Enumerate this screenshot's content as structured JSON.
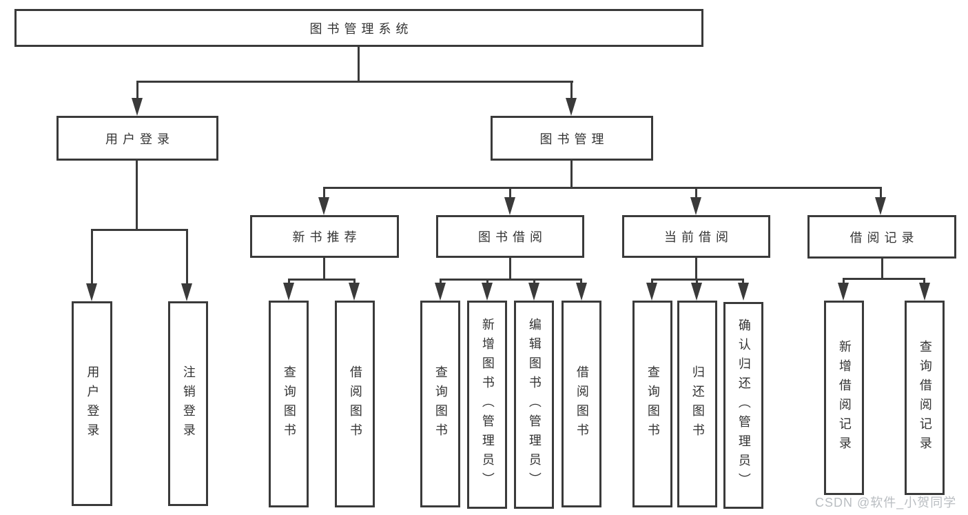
{
  "diagram": {
    "root": {
      "label": "图书管理系统"
    },
    "branches": [
      {
        "label": "用户登录",
        "children": [
          {
            "label": "用户登录"
          },
          {
            "label": "注销登录"
          }
        ]
      },
      {
        "label": "图书管理",
        "children": [
          {
            "label": "新书推荐",
            "children": [
              {
                "label": "查询图书"
              },
              {
                "label": "借阅图书"
              }
            ]
          },
          {
            "label": "图书借阅",
            "children": [
              {
                "label": "查询图书"
              },
              {
                "label": "新增图书（管理员）"
              },
              {
                "label": "编辑图书（管理员）"
              },
              {
                "label": "借阅图书"
              }
            ]
          },
          {
            "label": "当前借阅",
            "children": [
              {
                "label": "查询图书"
              },
              {
                "label": "归还图书"
              },
              {
                "label": "确认归还（管理员）"
              }
            ]
          },
          {
            "label": "借阅记录",
            "children": [
              {
                "label": "新增借阅记录"
              },
              {
                "label": "查询借阅记录"
              }
            ]
          }
        ]
      }
    ]
  },
  "watermark": {
    "text": "CSDN @软件_小贺同学"
  },
  "colors": {
    "line": "#3a3a3a",
    "text": "#333333",
    "watermark": "#b9bdc1",
    "background": "#ffffff"
  }
}
